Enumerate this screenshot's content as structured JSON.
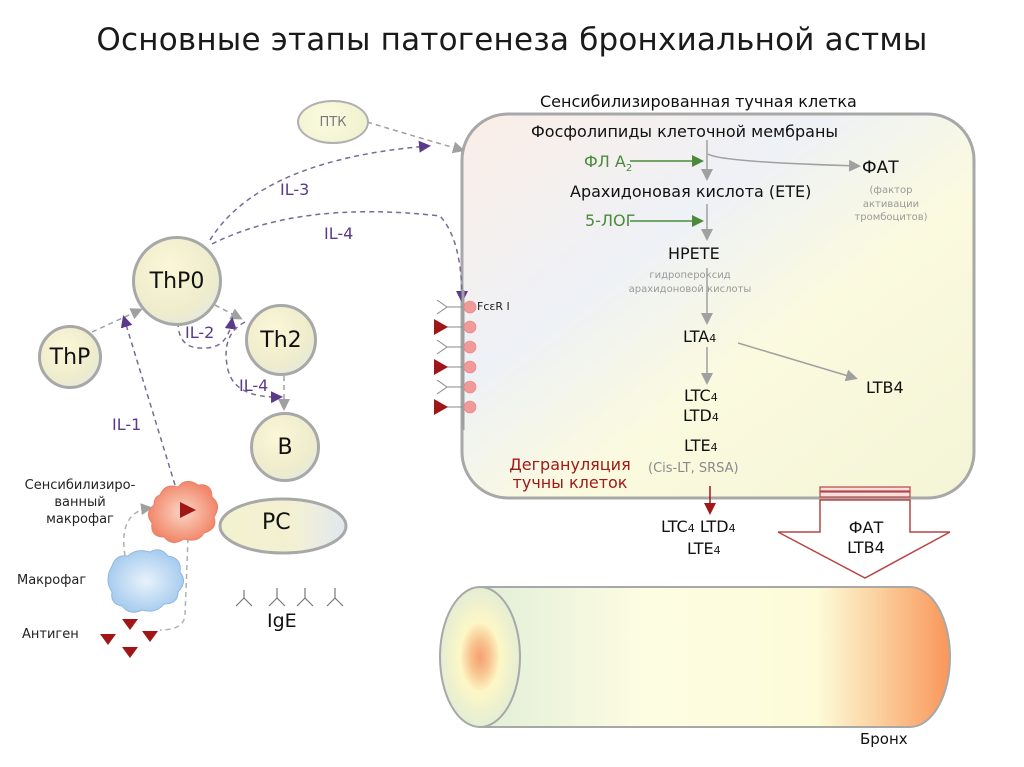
{
  "title": "Основные этапы патогенеза бронхиальной астмы",
  "mast_cell": {
    "title": "Сенсибилизированная тучная клетка",
    "phospholipids": "Фосфолипиды клеточной мембраны",
    "pla2": "ФЛ А",
    "pla2_sub": "2",
    "arachidonic": "Арахидоновая кислота (ЕТЕ)",
    "lox5": "5-ЛОГ",
    "hpete": "HPETE",
    "hpete_desc_1": "гидропероксид",
    "hpete_desc_2": "арахидоновой кислоты",
    "fat": "ФАТ",
    "fat_desc_1": "(фактор",
    "fat_desc_2": "активации",
    "fat_desc_3": "тромбоцитов)",
    "lta4": "LTA",
    "ltb4": "LTB4",
    "ltc4": "LTC",
    "ltd4": "LTD",
    "lte4": "LTE",
    "sub4": "4",
    "cis_lt": "(Cis-LT, SRSA)",
    "receptor": "FcεR I",
    "degranulation_1": "Дегрануляция",
    "degranulation_2": "тучны клеток"
  },
  "released": {
    "line1_a": "LTC",
    "line1_b": "LTD",
    "line2": "LTE",
    "sub4": "4",
    "arrow_line1": "ФАТ",
    "arrow_line2": "LTB4"
  },
  "immune": {
    "ptk": "ПТК",
    "thp": "ThP",
    "thp0": "ThP0",
    "th2": "Th2",
    "b": "B",
    "pc": "PC",
    "ige": "IgE",
    "il1": "IL-1",
    "il2": "IL-2",
    "il3": "IL-3",
    "il4_top": "IL-4",
    "il4_low": "IL-4",
    "sens_macrophage_1": "Сенсибилизиро-",
    "sens_macrophage_2": "ванный",
    "sens_macrophage_3": "макрофаг",
    "macrophage": "Макрофаг",
    "antigen": "Антиген"
  },
  "bronchus": {
    "label": "Бронх"
  },
  "colors": {
    "cytokine": "#5b3a8a",
    "enzyme": "#4a8a3a",
    "degranulation": "#a01818",
    "antigen": "#a01515",
    "outline": "#a8a8a8"
  }
}
